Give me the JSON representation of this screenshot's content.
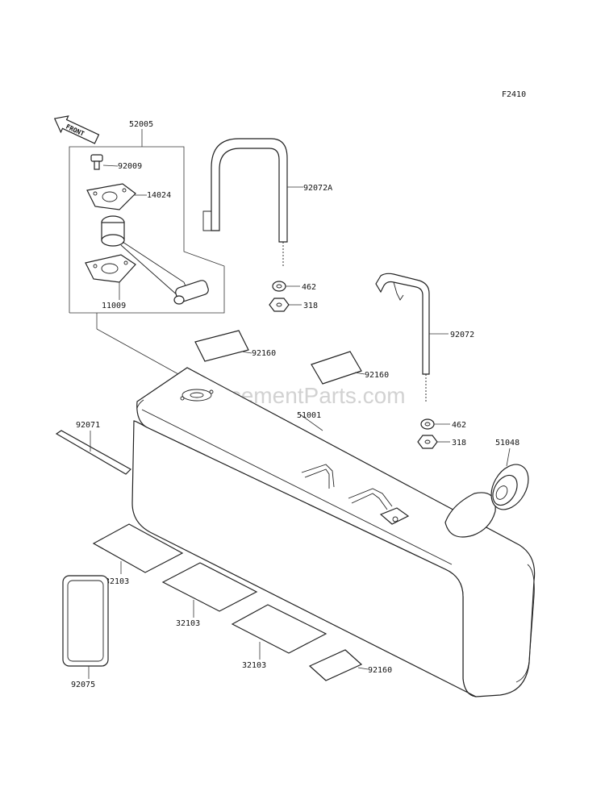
{
  "figure_code": "F2410",
  "front_label": "FRONT",
  "watermark": "eReplacementParts.com",
  "callouts": {
    "p52005": "52005",
    "p92009": "92009",
    "p14024": "14024",
    "p11009": "11009",
    "p92072A": "92072A",
    "p462a": "462",
    "p318a": "318",
    "p92072": "92072",
    "p462b": "462",
    "p318b": "318",
    "p51048": "51048",
    "p92160a": "92160",
    "p92160b": "92160",
    "p92160c": "92160",
    "p51001": "51001",
    "p92071": "92071",
    "p32103a": "32103",
    "p32103b": "32103",
    "p32103c": "32103",
    "p92075": "92075"
  }
}
